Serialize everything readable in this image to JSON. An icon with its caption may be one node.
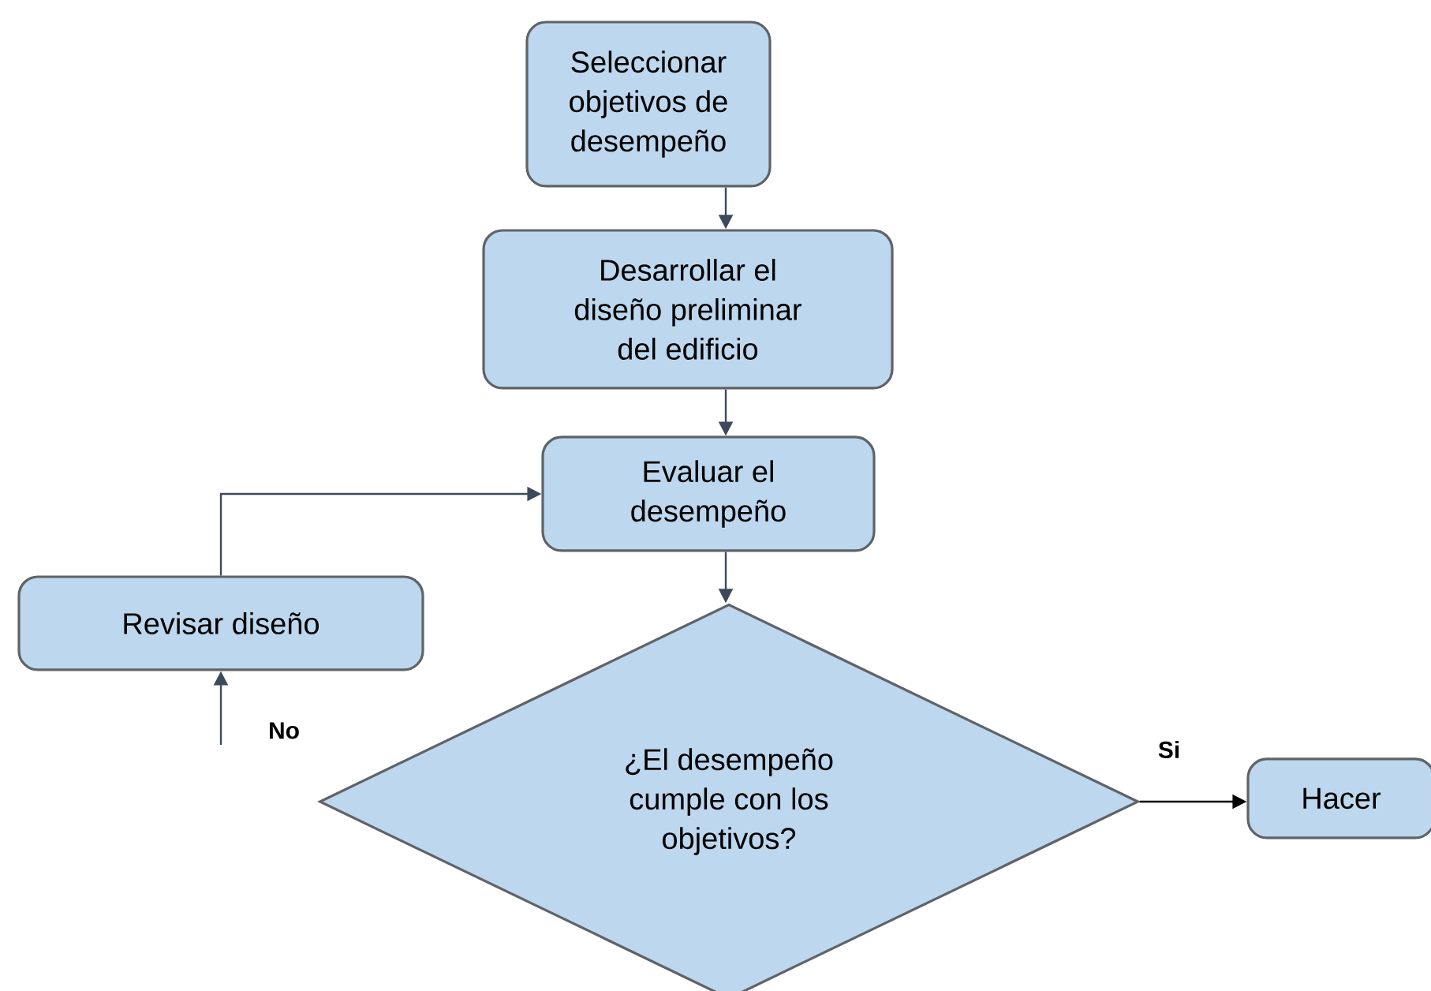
{
  "diagram": {
    "nodes": [
      {
        "text": [
          "Seleccionar objetivos de desempeño"
        ]
      },
      {
        "text": [
          "Desarrollar el diseño preliminar del edificio"
        ]
      },
      {
        "text": [
          "Evaluar el desempeño"
        ]
      },
      {
        "text": [
          "Revisar diseño"
        ]
      },
      {
        "text": [
          "¿El desempeño cumple con los objetivos?"
        ]
      },
      {
        "text": [
          "Hacer"
        ]
      }
    ],
    "edges": [
      {
        "from": 0,
        "to": 1,
        "arrow": "to"
      },
      {
        "from": 1,
        "to": 2,
        "arrow": "to"
      },
      {
        "from": 2,
        "to": 4,
        "arrow": "to"
      },
      {
        "from": 3,
        "to": 2,
        "arrow": "to"
      },
      {
        "from": 4,
        "to": 5,
        "arrow": "to",
        "label": "Si",
        "color": "#000000"
      },
      {
        "from": null,
        "to": 3,
        "arrow": "to",
        "label": "No"
      }
    ]
  }
}
